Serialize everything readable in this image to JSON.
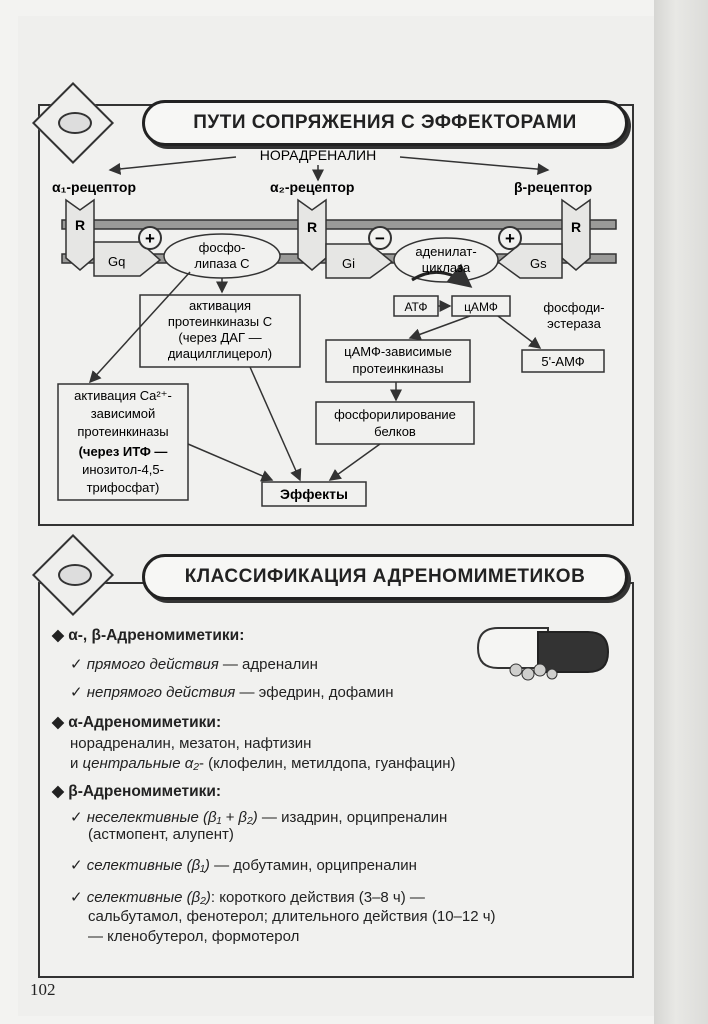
{
  "section1": {
    "title": "ПУТИ СОПРЯЖЕНИЯ С ЭФФЕКТОРАМИ",
    "noradrenaline": "НОРАДРЕНАЛИН",
    "receptors": {
      "a1": "α₁-рецептор",
      "a2": "α₂-рецептор",
      "b": "β-рецептор"
    },
    "r_label": "R",
    "gq": "Gq",
    "gi": "Gi",
    "gs": "Gs",
    "plus": "+",
    "minus": "−",
    "phospholipase": [
      "фосфо-",
      "липаза С"
    ],
    "adenylate": [
      "аденилат-",
      "циклаза"
    ],
    "atf": "АТФ",
    "camp": "цАМФ",
    "phosphodiesterase": [
      "фосфоди-",
      "эстераза"
    ],
    "amp5": "5'-АМФ",
    "pkc": [
      "активация",
      "протеинкиназы С",
      "(через ДАГ —",
      "диацилглицерол)"
    ],
    "camp_pk": [
      "цАМФ-зависимые",
      "протеинкиназы"
    ],
    "phosph": [
      "фосфорилирование",
      "белков"
    ],
    "ca_pk": [
      "активация Ca²⁺-",
      "зависимой",
      "протеинкиназы",
      "(через ИТФ —",
      "инозитол-4,5-",
      "трифосфат)"
    ],
    "effects": "Эффекты"
  },
  "section2": {
    "title": "КЛАССИФИКАЦИЯ АДРЕНОМИМЕТИКОВ",
    "bullet": "◆",
    "check": "✓",
    "g1": {
      "head": "α-, β-Адреномиметики:",
      "i1_it": "прямого действия",
      "i1_rest": " — адреналин",
      "i2_it": "непрямого действия",
      "i2_rest": " — эфедрин, дофамин"
    },
    "g2": {
      "head": "α-Адреномиметики:",
      "l1": "норадреналин, мезатон, нафтизин",
      "l2_a": "и ",
      "l2_it": "центральные α₂",
      "l2_b": "- (клофелин, метилдопа, гуанфацин)"
    },
    "g3": {
      "head": "β-Адреномиметики:",
      "i1_it": "неселективные (β₁ + β₂)",
      "i1_rest": " — изадрин, орципреналин",
      "i1_l2": "(астмопент, алупент)",
      "i2_it": "селективные (β₁)",
      "i2_rest": " — добутамин, орципреналин",
      "i3_it": "селективные (β₂)",
      "i3_rest": ": короткого действия (3–8 ч) —",
      "i3_l2": "сальбутамол, фенотерол; длительного действия (10–12 ч)",
      "i3_l3": "— кленобутерол, формотерол"
    }
  },
  "page_number": "102"
}
